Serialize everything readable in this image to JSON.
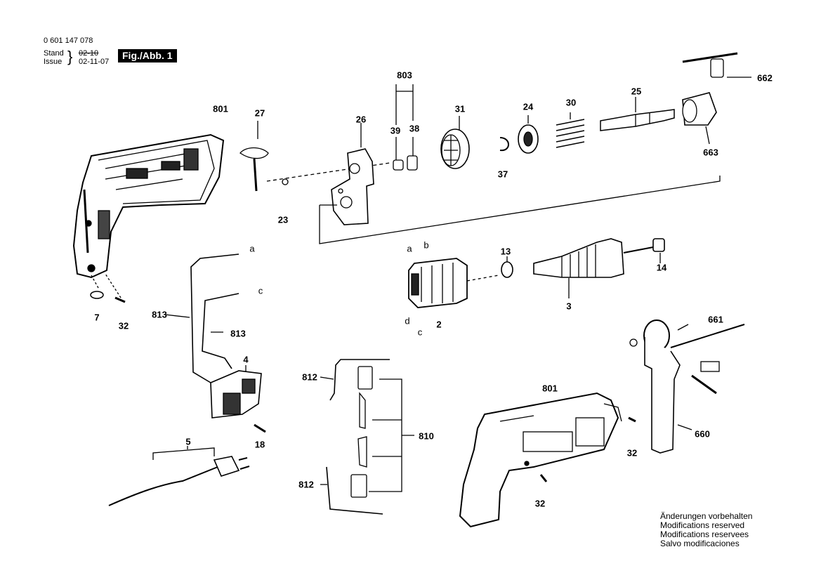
{
  "header": {
    "doc_number": "0 601 147 078",
    "stand_label": "Stand",
    "stand_value": "02-10",
    "issue_label": "Issue",
    "issue_value": "02-11-07",
    "fig_label": "Fig./Abb. 1"
  },
  "part_labels": {
    "p801_top": "801",
    "p27": "27",
    "p26": "26",
    "p803": "803",
    "p39": "39",
    "p38": "38",
    "p31": "31",
    "p37": "37",
    "p24": "24",
    "p30": "30",
    "p25": "25",
    "p662": "662",
    "p663": "663",
    "p23": "23",
    "p7": "7",
    "p32_left": "32",
    "p813_a": "813",
    "p813_b": "813",
    "p4": "4",
    "p18": "18",
    "p5": "5",
    "p812_top": "812",
    "p812_bottom": "812",
    "p810": "810",
    "p13": "13",
    "p14": "14",
    "p3": "3",
    "p2": "2",
    "p661": "661",
    "p660": "660",
    "p801_bottom": "801",
    "p32_right": "32",
    "p32_bottom": "32"
  },
  "wire_letters": {
    "a_wire": "a",
    "c_wire": "c",
    "a_stator": "a",
    "b_stator": "b",
    "d_stator": "d",
    "c_stator": "c"
  },
  "notes": [
    "Änderungen vorbehalten",
    "Modifications reserved",
    "Modifications reservees",
    "Salvo modificaciones"
  ]
}
